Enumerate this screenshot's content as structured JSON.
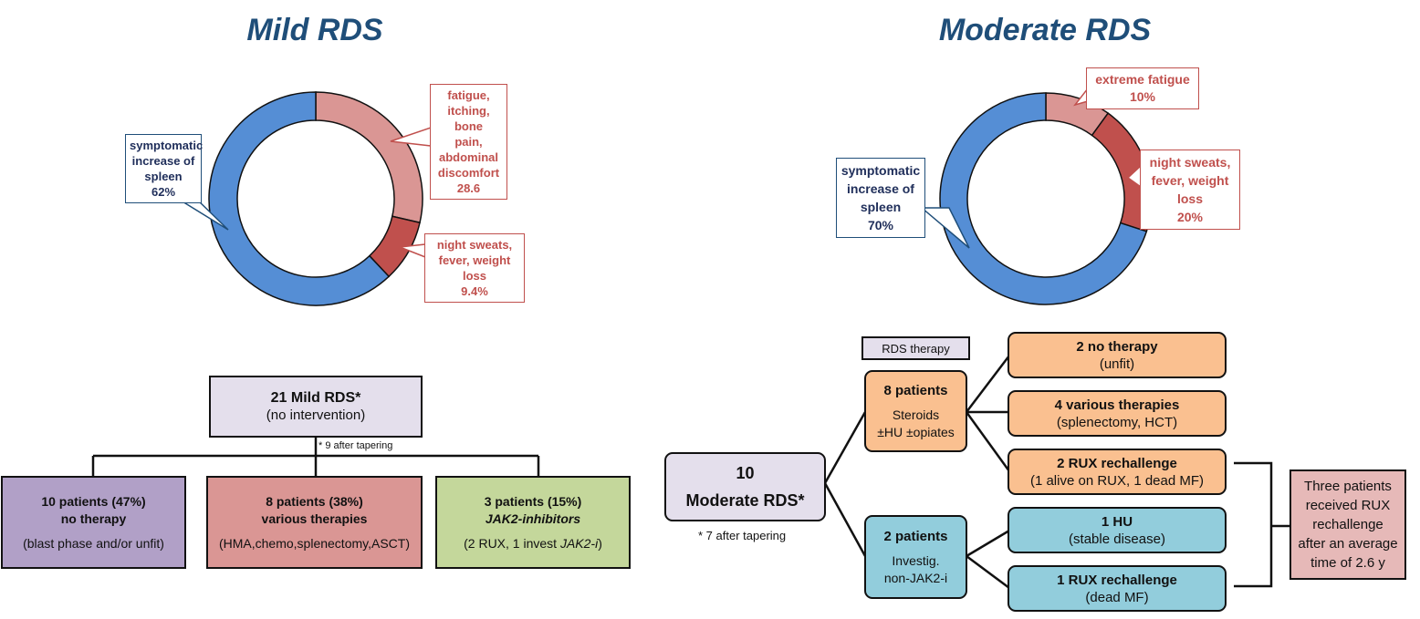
{
  "mild": {
    "title": "Mild RDS",
    "callouts": {
      "spleen": [
        "symptomatic",
        "increase of",
        "spleen",
        "62%"
      ],
      "fatigue": [
        "fatigue,",
        "itching, bone",
        "pain,",
        "abdominal",
        "discomfort",
        "28.6"
      ],
      "sweats": [
        "night sweats,",
        "fever, weight loss",
        "9.4%"
      ]
    },
    "root": {
      "title": "21 Mild RDS*",
      "subtitle": "(no intervention)"
    },
    "footnote": "* 9 after tapering",
    "branches": [
      {
        "line1": "10 patients (47%)",
        "line2": "no therapy",
        "line3": "(blast phase and/or unfit)",
        "color": "#b1a0c7"
      },
      {
        "line1": "8 patients (38%)",
        "line2": "various therapies",
        "line3": "(HMA,chemo,splenectomy,ASCT)",
        "color": "#da9694"
      },
      {
        "line1": "3 patients (15%)",
        "line2": "JAK2-inhibitors",
        "line3a": "(2 RUX, 1 invest ",
        "line3b": "JAK2-i",
        "line3c": ")",
        "color": "#c4d79b"
      }
    ]
  },
  "moderate": {
    "title": "Moderate RDS",
    "callouts": {
      "spleen": [
        "symptomatic",
        "increase of",
        "spleen",
        "70%"
      ],
      "fatigue": [
        "extreme fatigue",
        "10%"
      ],
      "sweats": [
        "night sweats,",
        "fever, weight",
        "loss",
        "20%"
      ]
    },
    "legend": "RDS therapy",
    "root": {
      "line1": "10",
      "line2": "Moderate RDS*"
    },
    "footnote": "* 7 after tapering",
    "groups": [
      {
        "title": "8 patients",
        "line1": "Steroids",
        "line2": "±HU ±opiates",
        "color": "#fac090"
      },
      {
        "title": "2 patients",
        "line1": "Investig.",
        "line2": "non-JAK2-i",
        "color": "#92cddc"
      }
    ],
    "outcomes": [
      {
        "title": "2 no therapy",
        "detail": "(unfit)"
      },
      {
        "title": "4 various therapies",
        "detail": "(splenectomy,  HCT)"
      },
      {
        "title": "2 RUX rechallenge",
        "detail": "(1 alive on RUX, 1 dead MF)"
      },
      {
        "title": "1 HU",
        "detail": "(stable disease)"
      },
      {
        "title": "1 RUX rechallenge",
        "detail": "(dead MF)"
      }
    ],
    "summary": [
      "Three patients",
      "received RUX",
      "rechallenge",
      "after an average",
      "time of 2.6 y"
    ]
  },
  "chart_data": [
    {
      "type": "pie",
      "title": "Mild RDS",
      "donut": true,
      "labels": [
        "symptomatic increase of spleen",
        "fatigue, itching, bone pain, abdominal discomfort",
        "night sweats, fever, weight loss"
      ],
      "values": [
        62,
        28.6,
        9.4
      ],
      "colors": [
        "#558ed5",
        "#da9694",
        "#c0504d"
      ]
    },
    {
      "type": "pie",
      "title": "Moderate RDS",
      "donut": true,
      "labels": [
        "symptomatic increase of spleen",
        "extreme fatigue",
        "night sweats, fever, weight loss"
      ],
      "values": [
        70,
        10,
        20
      ],
      "colors": [
        "#558ed5",
        "#da9694",
        "#c0504d"
      ]
    }
  ]
}
